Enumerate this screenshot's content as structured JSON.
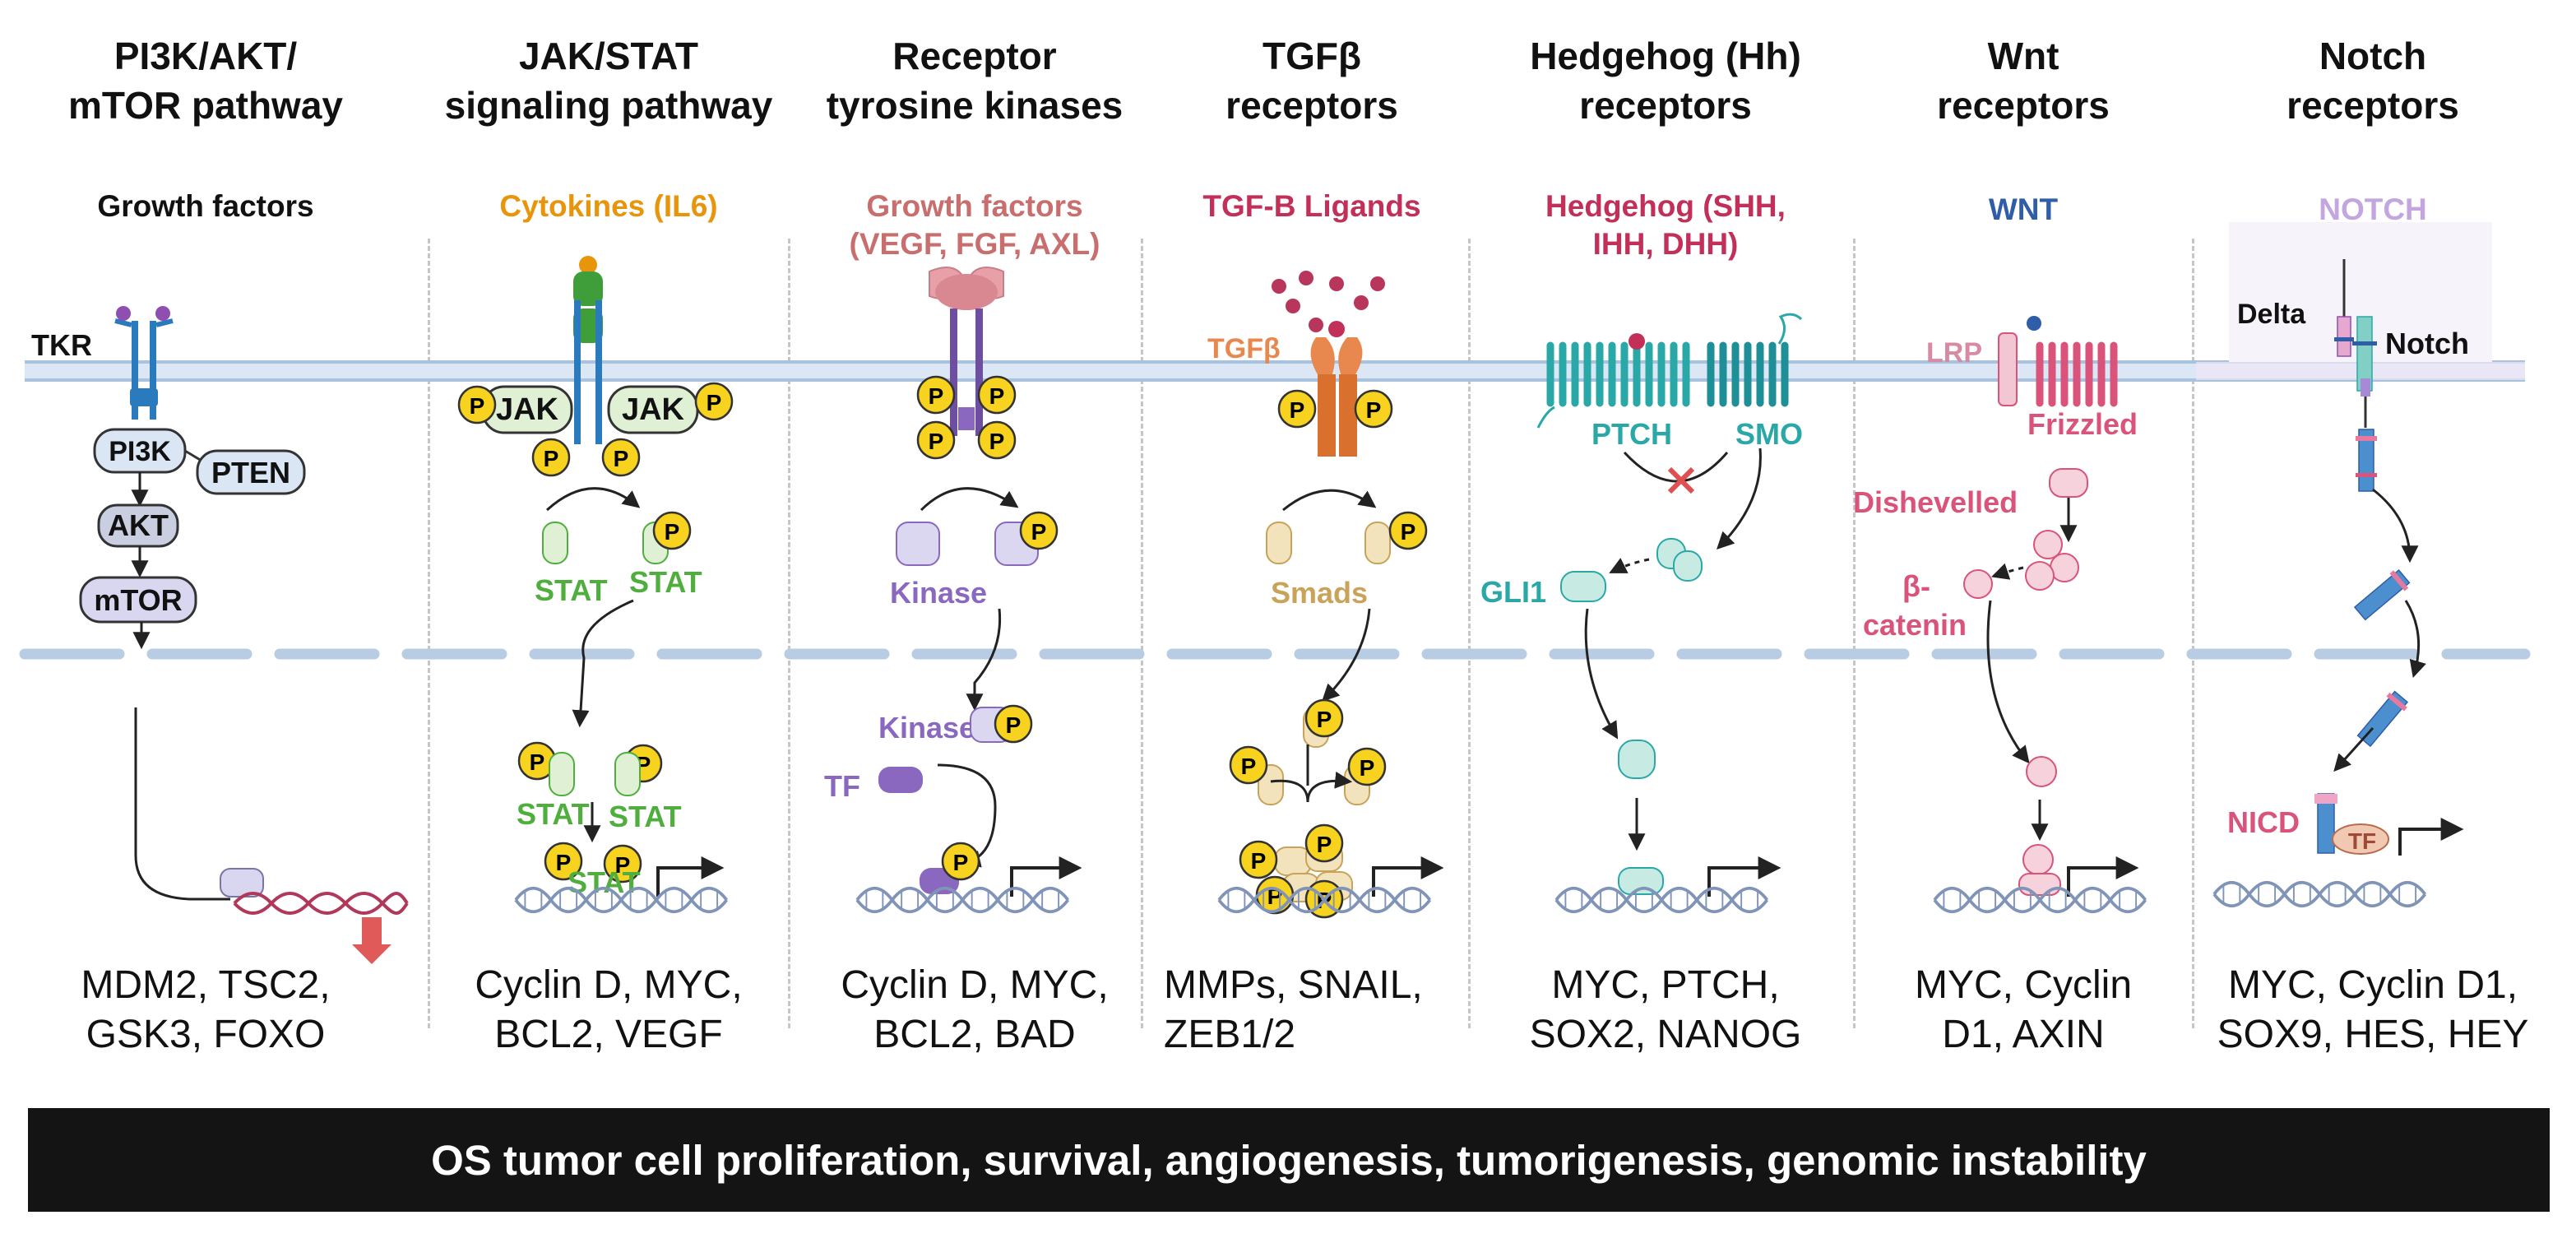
{
  "columns": [
    {
      "id": "pi3k",
      "header_lines": [
        "PI3K/AKT/",
        "mTOR pathway"
      ],
      "ligand_lines": [
        "Growth factors"
      ],
      "ligand_color": "#111111",
      "genes_lines": [
        "MDM2, TSC2,",
        "GSK3, FOXO"
      ]
    },
    {
      "id": "jak",
      "header_lines": [
        "JAK/STAT",
        "signaling pathway"
      ],
      "ligand_lines": [
        "Cytokines (IL6)"
      ],
      "ligand_color": "#e8950c",
      "genes_lines": [
        "Cyclin D, MYC,",
        "BCL2, VEGF"
      ]
    },
    {
      "id": "rtk",
      "header_lines": [
        "Receptor",
        "tyrosine kinases"
      ],
      "ligand_lines": [
        "Growth factors",
        "(VEGF, FGF, AXL)"
      ],
      "ligand_color": "#c96e6e",
      "genes_lines": [
        "Cyclin D, MYC,",
        "BCL2, BAD"
      ]
    },
    {
      "id": "tgfb",
      "header_lines": [
        "TGFβ",
        "receptors"
      ],
      "ligand_lines": [
        "TGF-B Ligands"
      ],
      "ligand_color": "#c2305a",
      "genes_lines": [
        "MMPs, SNAIL,",
        "ZEB1/2"
      ]
    },
    {
      "id": "hh",
      "header_lines": [
        "Hedgehog (Hh)",
        "receptors"
      ],
      "ligand_lines": [
        "Hedgehog (SHH,",
        "IHH, DHH)"
      ],
      "ligand_color": "#c2305a",
      "genes_lines": [
        "MYC, PTCH,",
        "SOX2, NANOG"
      ]
    },
    {
      "id": "wnt",
      "header_lines": [
        "Wnt",
        "receptors"
      ],
      "ligand_lines": [
        "WNT"
      ],
      "ligand_color": "#2f5da8",
      "genes_lines": [
        "MYC, Cyclin",
        "D1, AXIN"
      ]
    },
    {
      "id": "notch",
      "header_lines": [
        "Notch",
        "receptors"
      ],
      "ligand_lines": [
        "NOTCH"
      ],
      "ligand_color": "#c3a5e0",
      "genes_lines": [
        "MYC, Cyclin D1,",
        "SOX9, HES, HEY"
      ]
    }
  ],
  "labels": {
    "tkr": "TKR",
    "pi3k": "PI3K",
    "pten": "PTEN",
    "akt": "AKT",
    "mtor": "mTOR",
    "jak": "JAK",
    "stat": "STAT",
    "p": "P",
    "kinase": "Kinase",
    "tf": "TF",
    "tgfb": "TGFβ",
    "smads": "Smads",
    "ptch": "PTCH",
    "smo": "SMO",
    "gli1": "GLI1",
    "lrp": "LRP",
    "frizzled": "Frizzled",
    "dishevelled": "Dishevelled",
    "beta": "β-",
    "catenin": "catenin",
    "delta": "Delta",
    "notch": "Notch",
    "nicd": "NICD"
  },
  "footer": "OS tumor cell proliferation, survival, angiogenesis, tumorigenesis, genomic instability",
  "colors": {
    "membrane": "#bcd3ea",
    "phospho": "#f7d21f",
    "stat": "#4fae3e",
    "kinase": "#8a68c0",
    "smad": "#c9a35a",
    "teal": "#2aa8a8",
    "wnt": "#d9537a",
    "notch_lbl": "#333"
  }
}
